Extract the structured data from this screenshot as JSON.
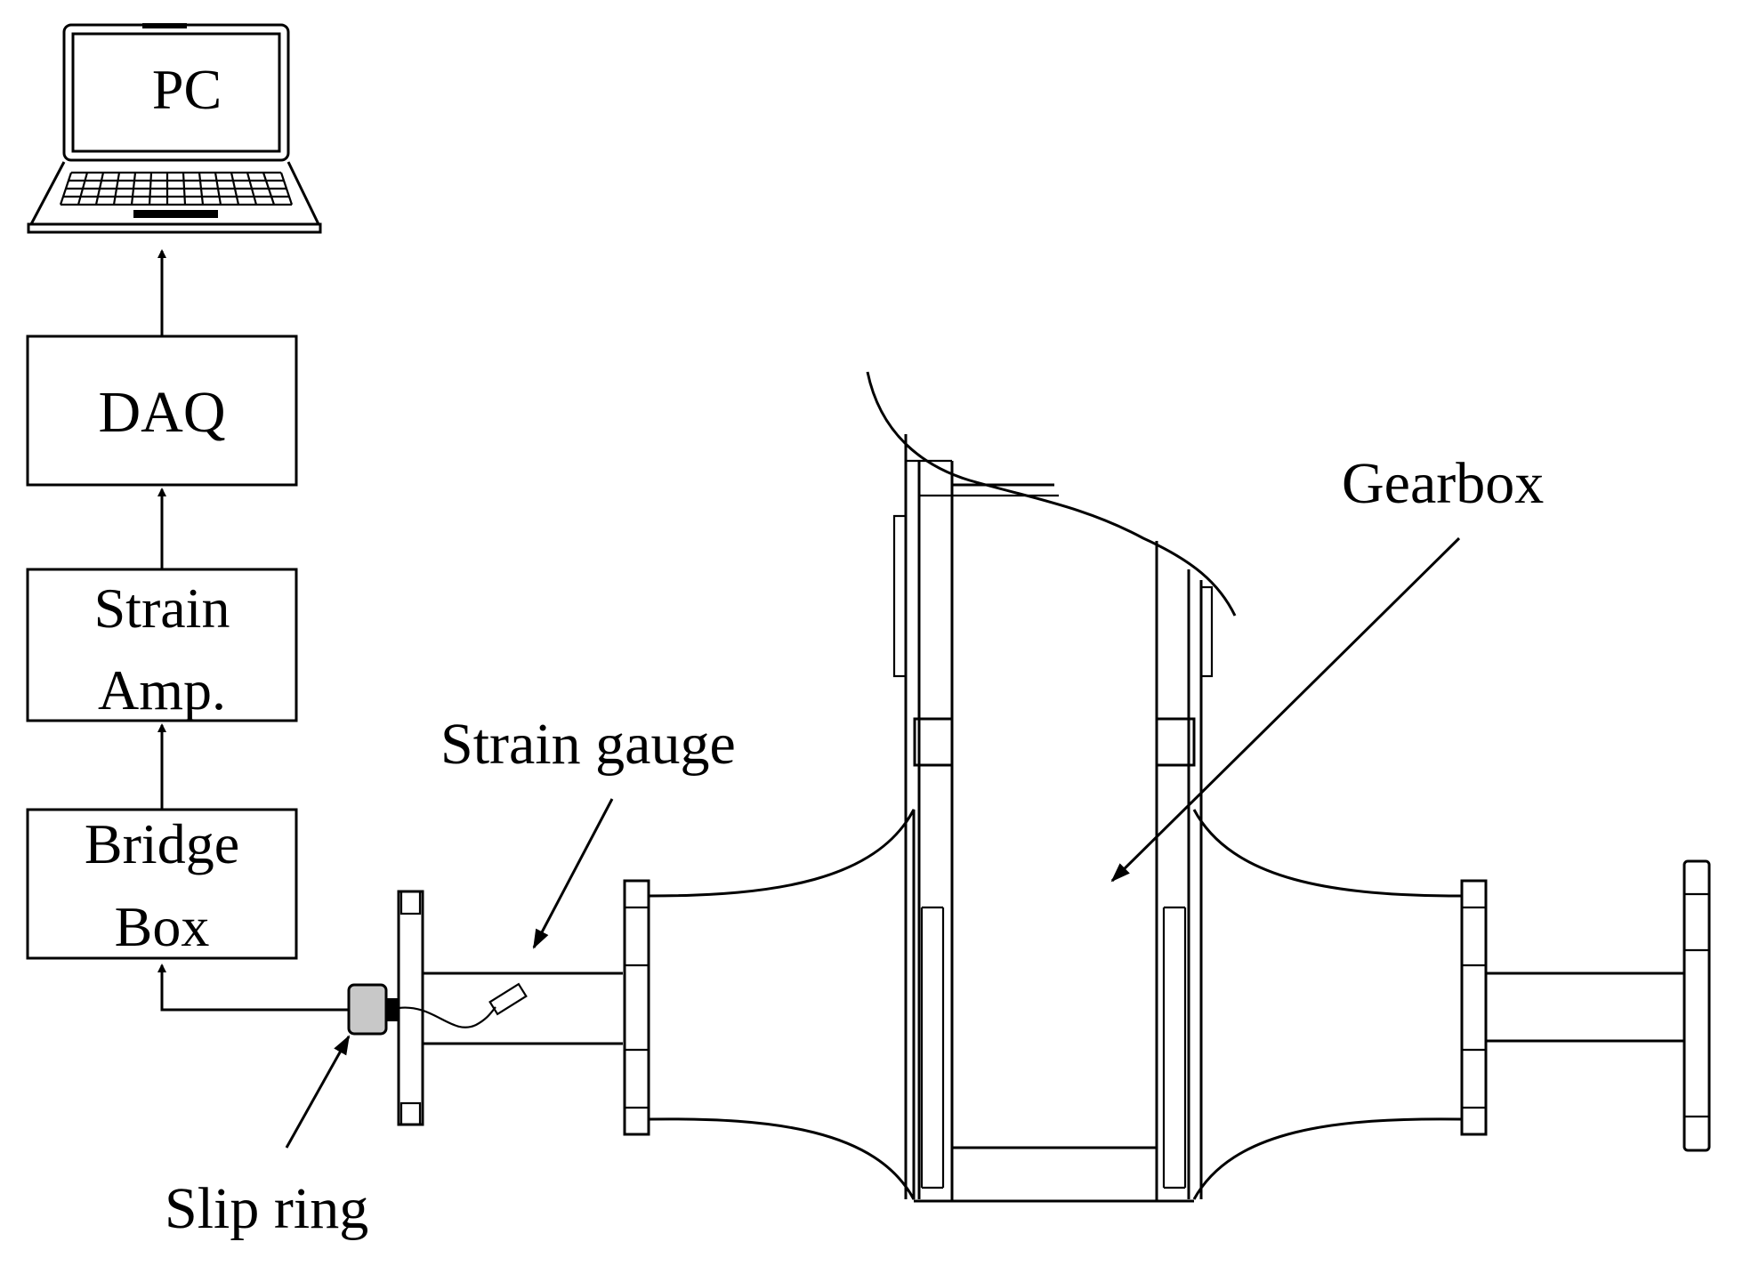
{
  "labels": {
    "pc": "PC",
    "daq": "DAQ",
    "strain_amp_line1": "Strain",
    "strain_amp_line2": "Amp.",
    "bridge_box_line1": "Bridge",
    "bridge_box_line2": "Box",
    "strain_gauge": "Strain gauge",
    "slip_ring": "Slip ring",
    "gearbox": "Gearbox"
  },
  "colors": {
    "line": "#000000",
    "background": "#ffffff",
    "slip_ring_fill": "#c8c8c8"
  },
  "icons": {
    "pc": "laptop-icon"
  }
}
